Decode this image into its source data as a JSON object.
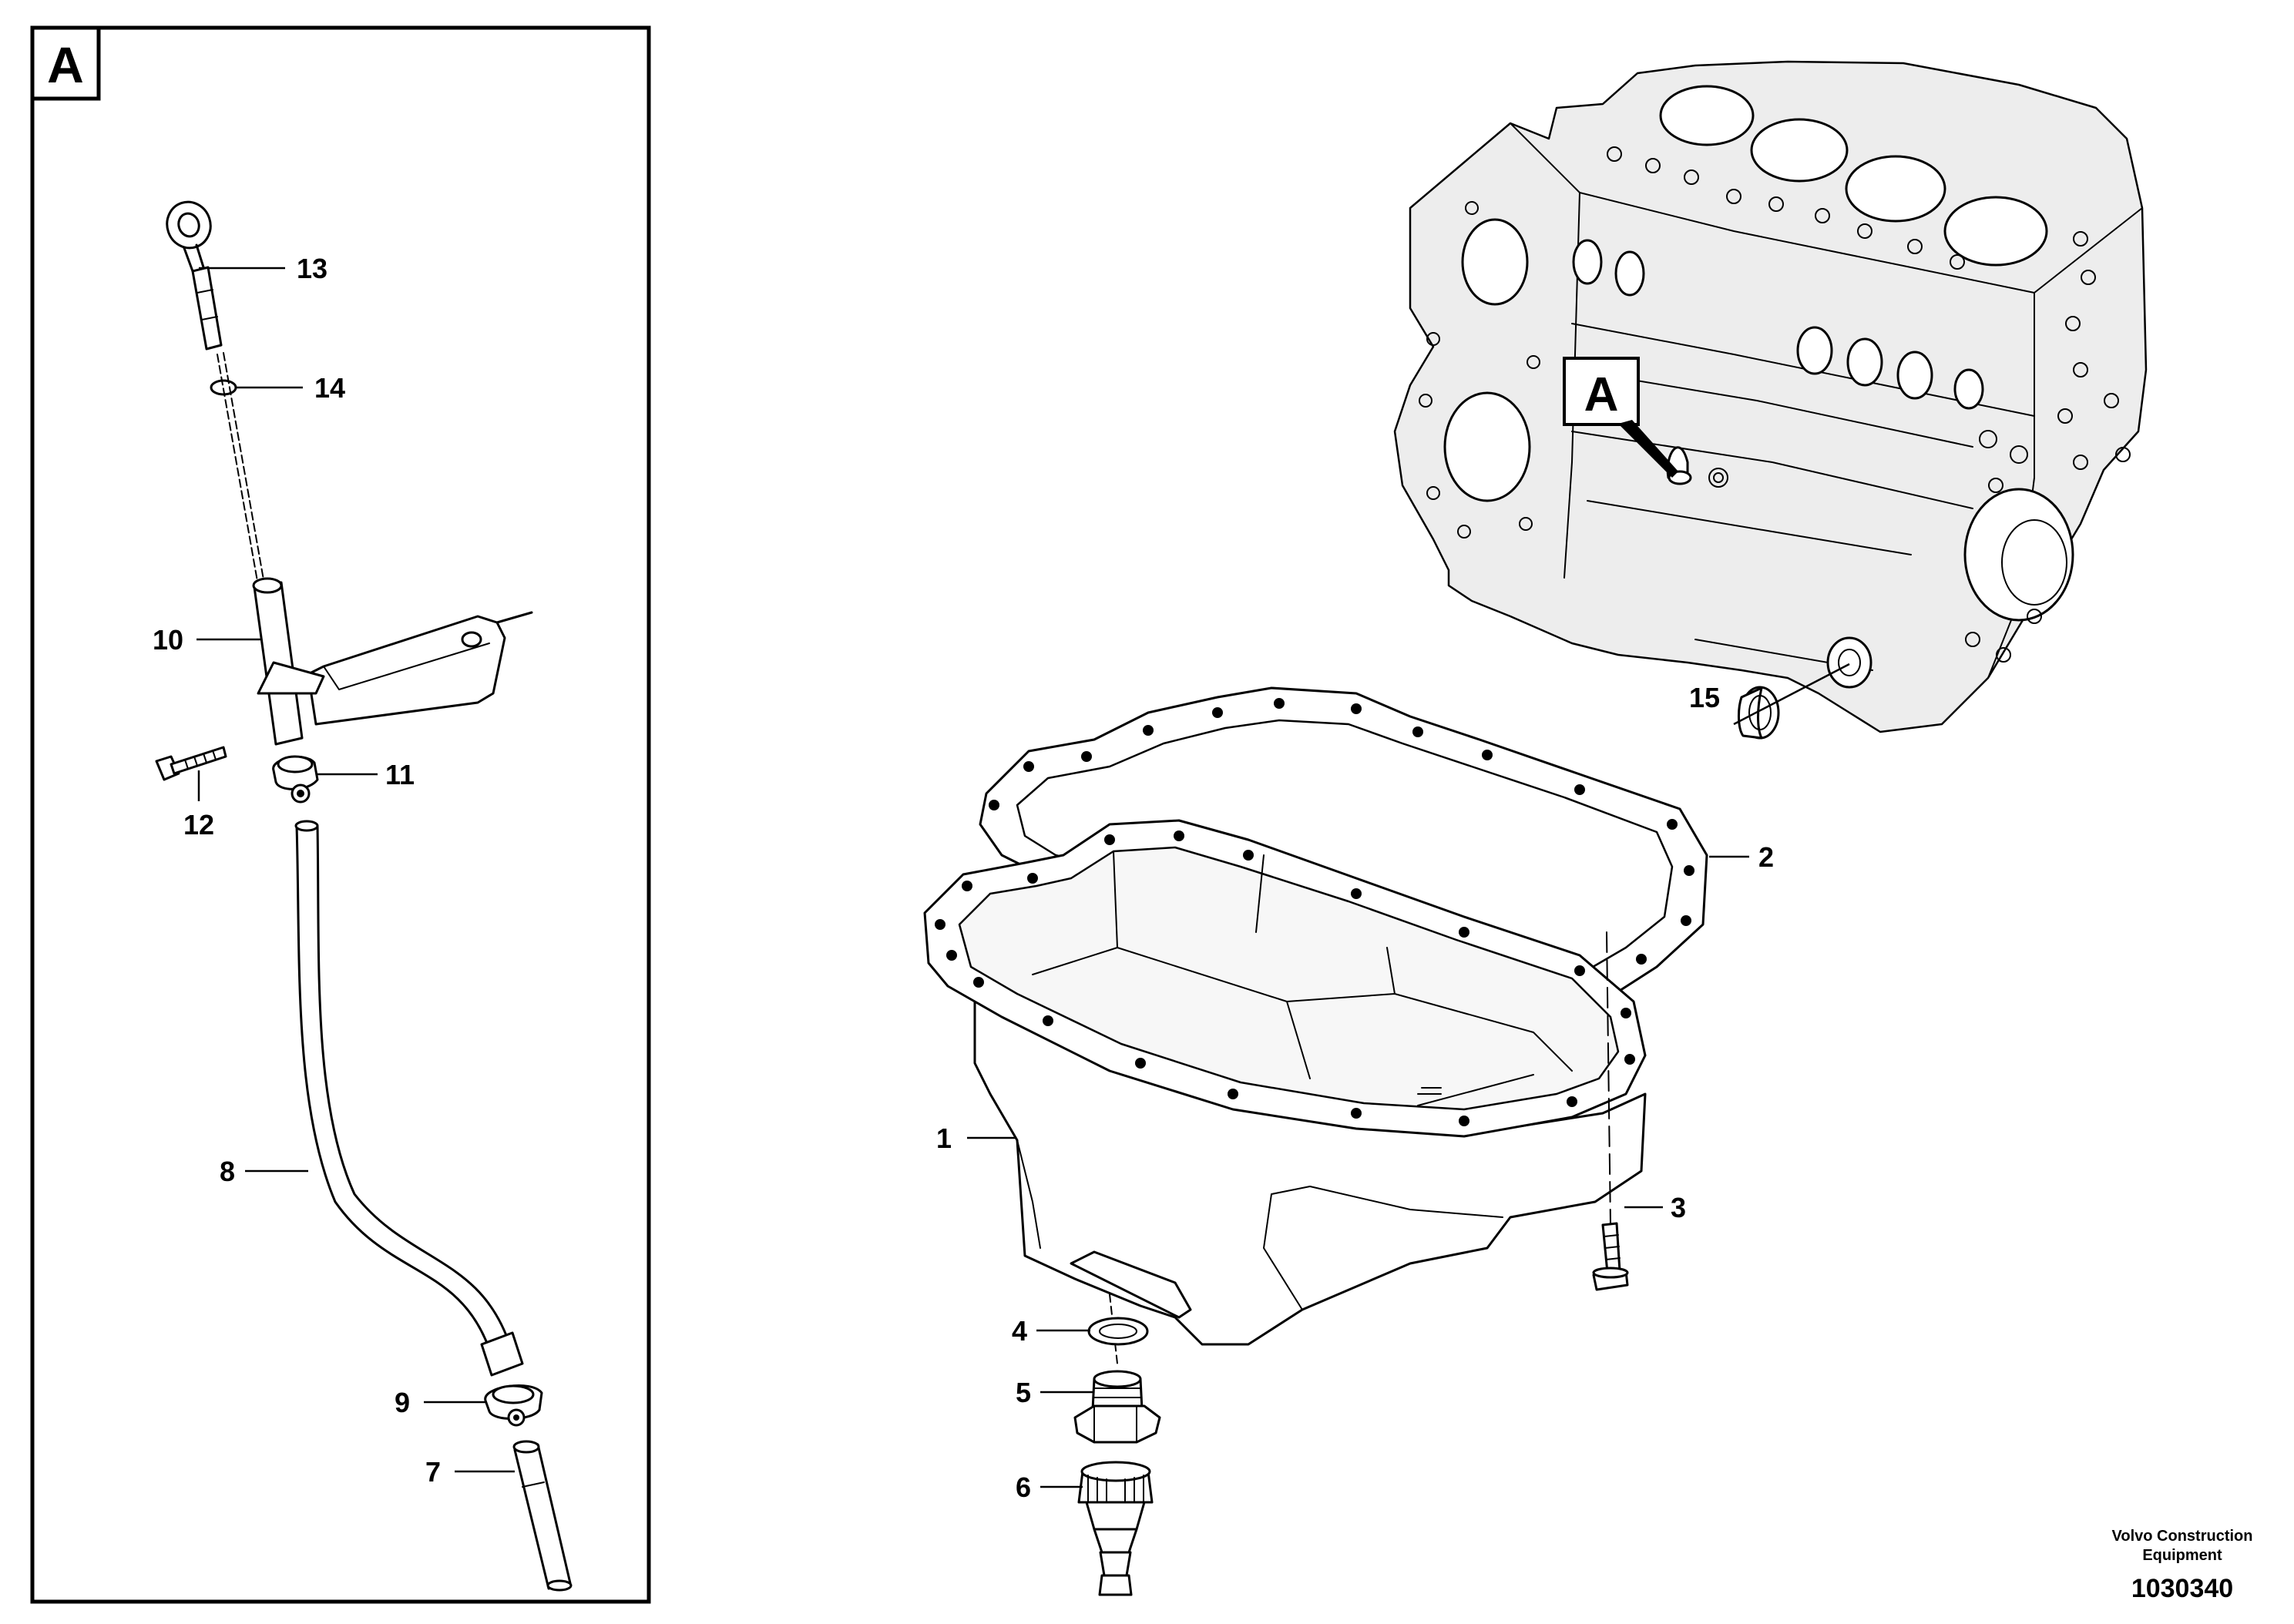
{
  "frame_tag": "A",
  "block_tag": "A",
  "callouts": {
    "c1": "1",
    "c2": "2",
    "c3": "3",
    "c4": "4",
    "c5": "5",
    "c6": "6",
    "c7": "7",
    "c8": "8",
    "c9": "9",
    "c10": "10",
    "c11": "11",
    "c12": "12",
    "c13": "13",
    "c14": "14",
    "c15": "15"
  },
  "footer": {
    "company_line1": "Volvo Construction",
    "company_line2": "Equipment",
    "drawing_number": "1030340"
  }
}
